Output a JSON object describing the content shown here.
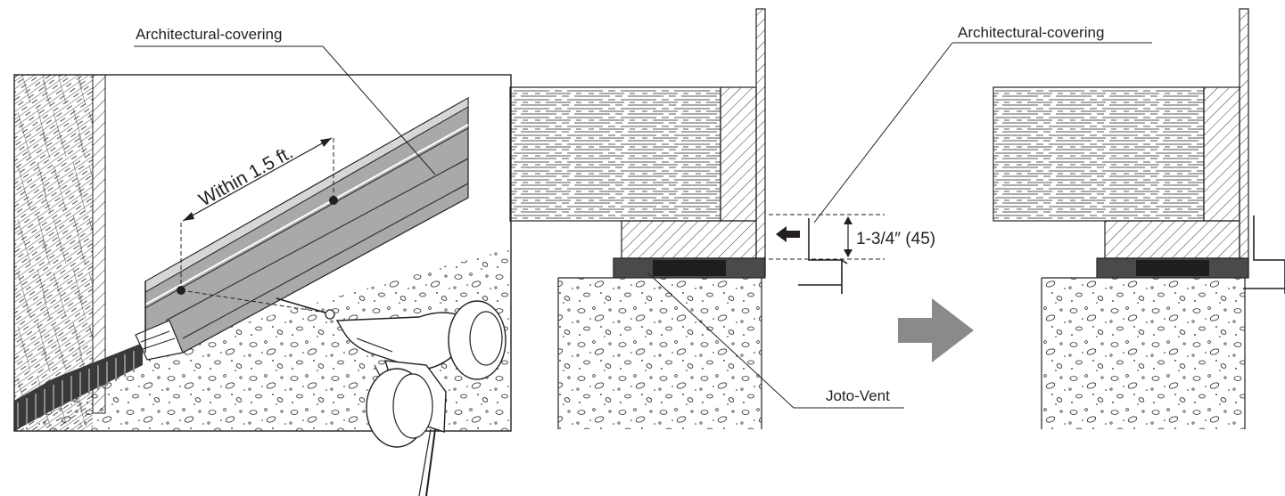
{
  "labels": {
    "covering_left": "Architectural-covering",
    "covering_right": "Architectural-covering",
    "within": "Within 1.5 ft.",
    "gap": "1-3/4″ (45)",
    "vent": "Joto-Vent"
  },
  "icons": {
    "step_arrow": "right-arrow-icon",
    "push_arrow": "left-arrow-icon"
  },
  "colors": {
    "line": "#231f20",
    "covering_fill": "#a9a9a9",
    "vent_fill": "#4a4a4a",
    "step_arrow": "#8a8a8a"
  }
}
